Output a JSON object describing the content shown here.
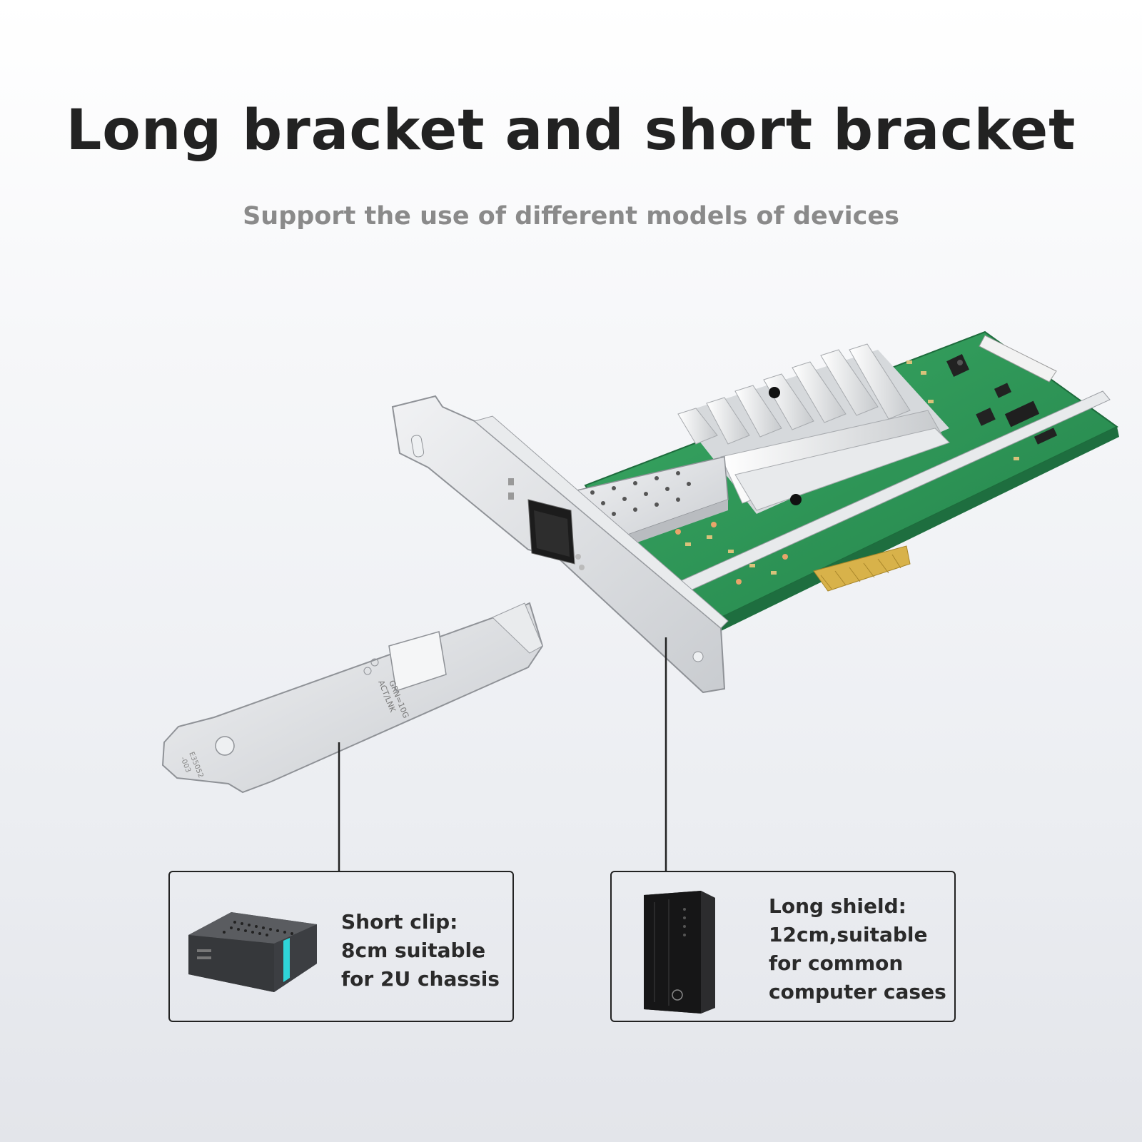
{
  "title": "Long bracket and short bracket",
  "subtitle": "Support the use of different models of devices",
  "short_bracket": {
    "label_lines": [
      "GRN=10G",
      "ACT/LNK"
    ],
    "part_lines": [
      "E35052",
      "-003"
    ]
  },
  "callouts": [
    {
      "lines": [
        "Short clip:",
        "8cm suitable",
        "for 2U chassis"
      ],
      "device": "mini-chassis"
    },
    {
      "lines": [
        "Long shield:",
        "12cm,suitable",
        "for common",
        "computer cases"
      ],
      "device": "tower-pc"
    }
  ],
  "colors": {
    "pcb": "#2e9c57",
    "bracket": "#d9dbde",
    "heatsink": "#e6e8ea",
    "accent": "#2fd4d8"
  }
}
